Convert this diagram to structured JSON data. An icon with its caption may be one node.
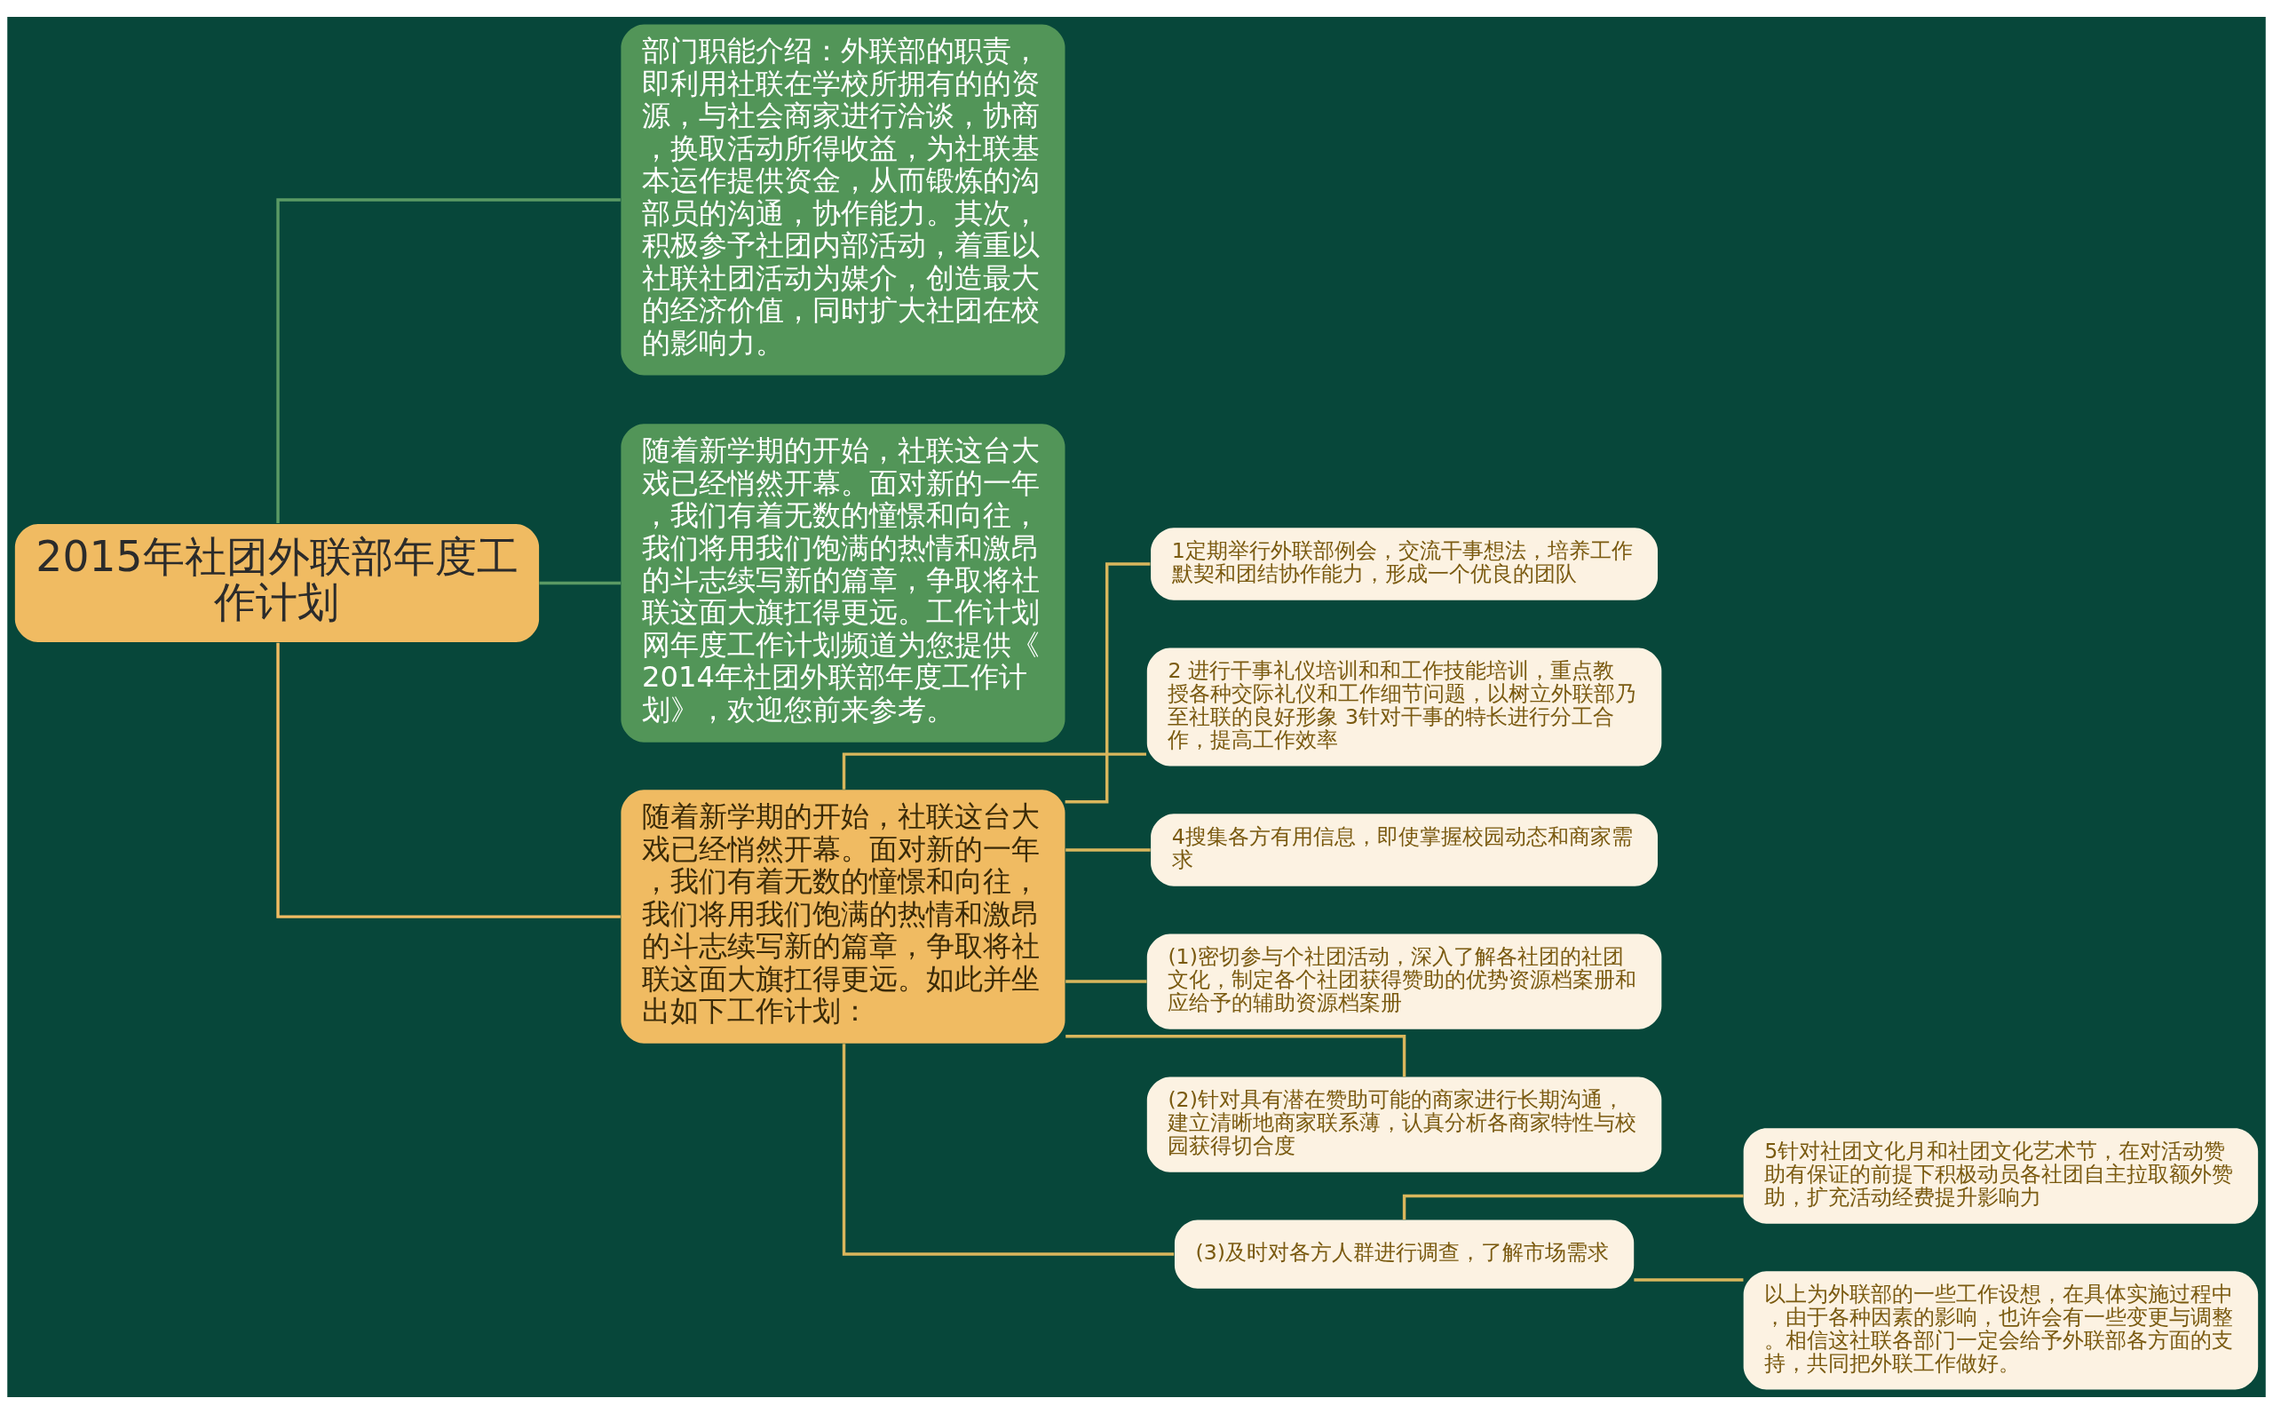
{
  "diagram": {
    "nodes": [
      {
        "text": [
          "2015年社团外联部年度工作计划"
        ]
      },
      {
        "text": [
          "部门职能介绍：外联部的职责，即利用社联在学校所拥有的的资源，与社会商家进行洽谈，协商，换取活动所得收益，为社联基本运作提供资金，从而锻炼的沟部员的沟通，协作能力。其次，积极参予社团内部活动，着重以社联社团活动为媒介，创造最大的经济价值，同时扩大社团在校的影响力。"
        ]
      },
      {
        "text": [
          "随着新学期的开始，社联这台大戏已经悄然开幕。面对新的一年，我们有着无数的憧憬和向往，我们将用我们饱满的热情和激昂的斗志续写新的篇章，争取将社联这面大旗扛得更远。工作计划网年度工作计划频道为您提供《2014年社团外联部年度工作计划》，欢迎您前来参考。"
        ]
      },
      {
        "text": [
          "随着新学期的开始，社联这台大戏已经悄然开幕。面对新的一年，我们有着无数的憧憬和向往，我们将用我们饱满的热情和激昂的斗志续写新的篇章，争取将社联这面大旗扛得更远。如此并坐出如下工作计划："
        ]
      },
      {
        "text": [
          "1定期举行外联部例会，交流干事想法，培养工作默契和团结协作能力，形成一个优良的团队"
        ]
      },
      {
        "text": [
          "2 进行干事礼仪培训和和工作技能培训，重点教授各种交际礼仪和工作细节问题，以树立外联部乃至社联的良好形象 3针对干事的特长进行分工合作，提高工作效率"
        ]
      },
      {
        "text": [
          "4搜集各方有用信息，即使掌握校园动态和商家需求"
        ]
      },
      {
        "text": [
          "(1)密切参与个社团活动，深入了解各社团的社团文化，制定各个社团获得赞助的优势资源档案册和应给予的辅助资源档案册"
        ]
      },
      {
        "text": [
          "(2)针对具有潜在赞助可能的商家进行长期沟通，建立清晰地商家联系薄，认真分析各商家特性与校园获得切合度"
        ]
      },
      {
        "text": [
          "(3)及时对各方人群进行调查，了解市场需求"
        ]
      },
      {
        "text": [
          "5针对社团文化月和社团文化艺术节，在对活动赞助有保证的前提下积极动员各社团自主拉取额外赞助，扩充活动经费提升影响力"
        ]
      },
      {
        "text": [
          "以上为外联部的一些工作设想，在具体实施过程中，由于各种因素的影响，也许会有一些变更与调整。相信这社联各部门一定会给予外联部各方面的支持，共同把外联工作做好。"
        ]
      }
    ],
    "edges": [
      {
        "from": 0,
        "to": 1,
        "arrow": "none",
        "color": "#5a9a64"
      },
      {
        "from": 0,
        "to": 2,
        "arrow": "none",
        "color": "#5a9a64"
      },
      {
        "from": 0,
        "to": 3,
        "arrow": "none",
        "color": "#f0bb62"
      },
      {
        "from": 3,
        "to": 4,
        "arrow": "none"
      },
      {
        "from": 3,
        "to": 5,
        "arrow": "none"
      },
      {
        "from": 3,
        "to": 6,
        "arrow": "none"
      },
      {
        "from": 3,
        "to": 7,
        "arrow": "none"
      },
      {
        "from": 3,
        "to": 8,
        "arrow": "none"
      },
      {
        "from": 3,
        "to": 9,
        "arrow": "none"
      },
      {
        "from": 9,
        "to": 10,
        "arrow": "none"
      },
      {
        "from": 9,
        "to": 11,
        "arrow": "none"
      }
    ]
  }
}
